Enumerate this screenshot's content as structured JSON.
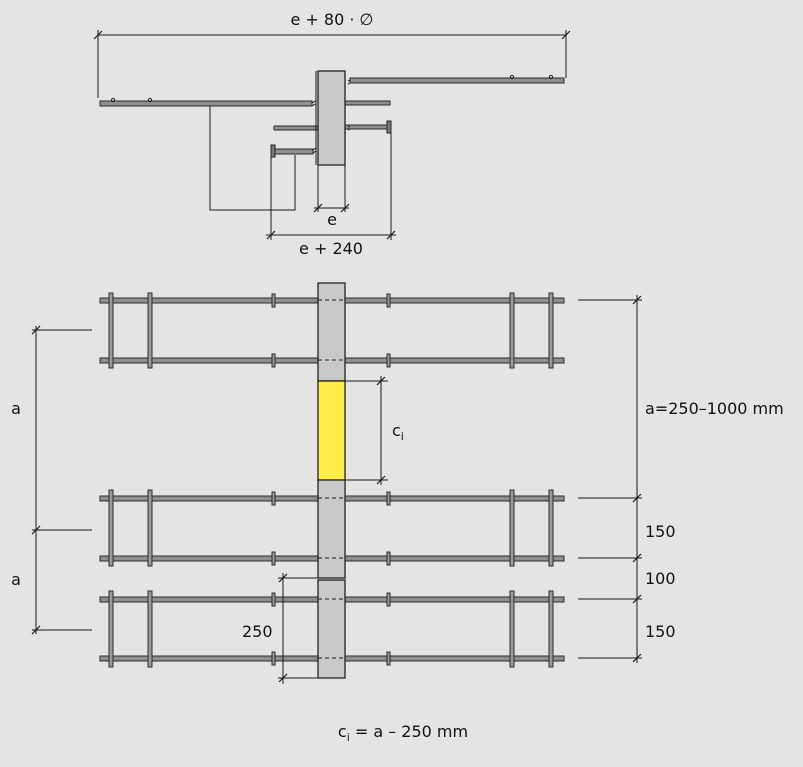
{
  "drawing": {
    "top_total_label": "e + 80 · ∅",
    "top_e_label": "e",
    "top_e240_label": "e + 240",
    "label_a_upper": "a",
    "label_a_lower": "a",
    "label_ci": "c",
    "label_ci_sub": "i",
    "label_250": "250",
    "label_a_range": "a=250–1000 mm",
    "label_150_upper": "150",
    "label_100": "100",
    "label_150_lower": "150",
    "formula_c": "c",
    "formula_sub": "i",
    "formula_rest": " = a – 250 mm",
    "colors": {
      "background": "#e4e4e4",
      "rebar": "#8f8f8f",
      "plate": "#c9c9c9",
      "insulation_gap": "#ffed4a",
      "line": "#1a1a1a"
    }
  }
}
